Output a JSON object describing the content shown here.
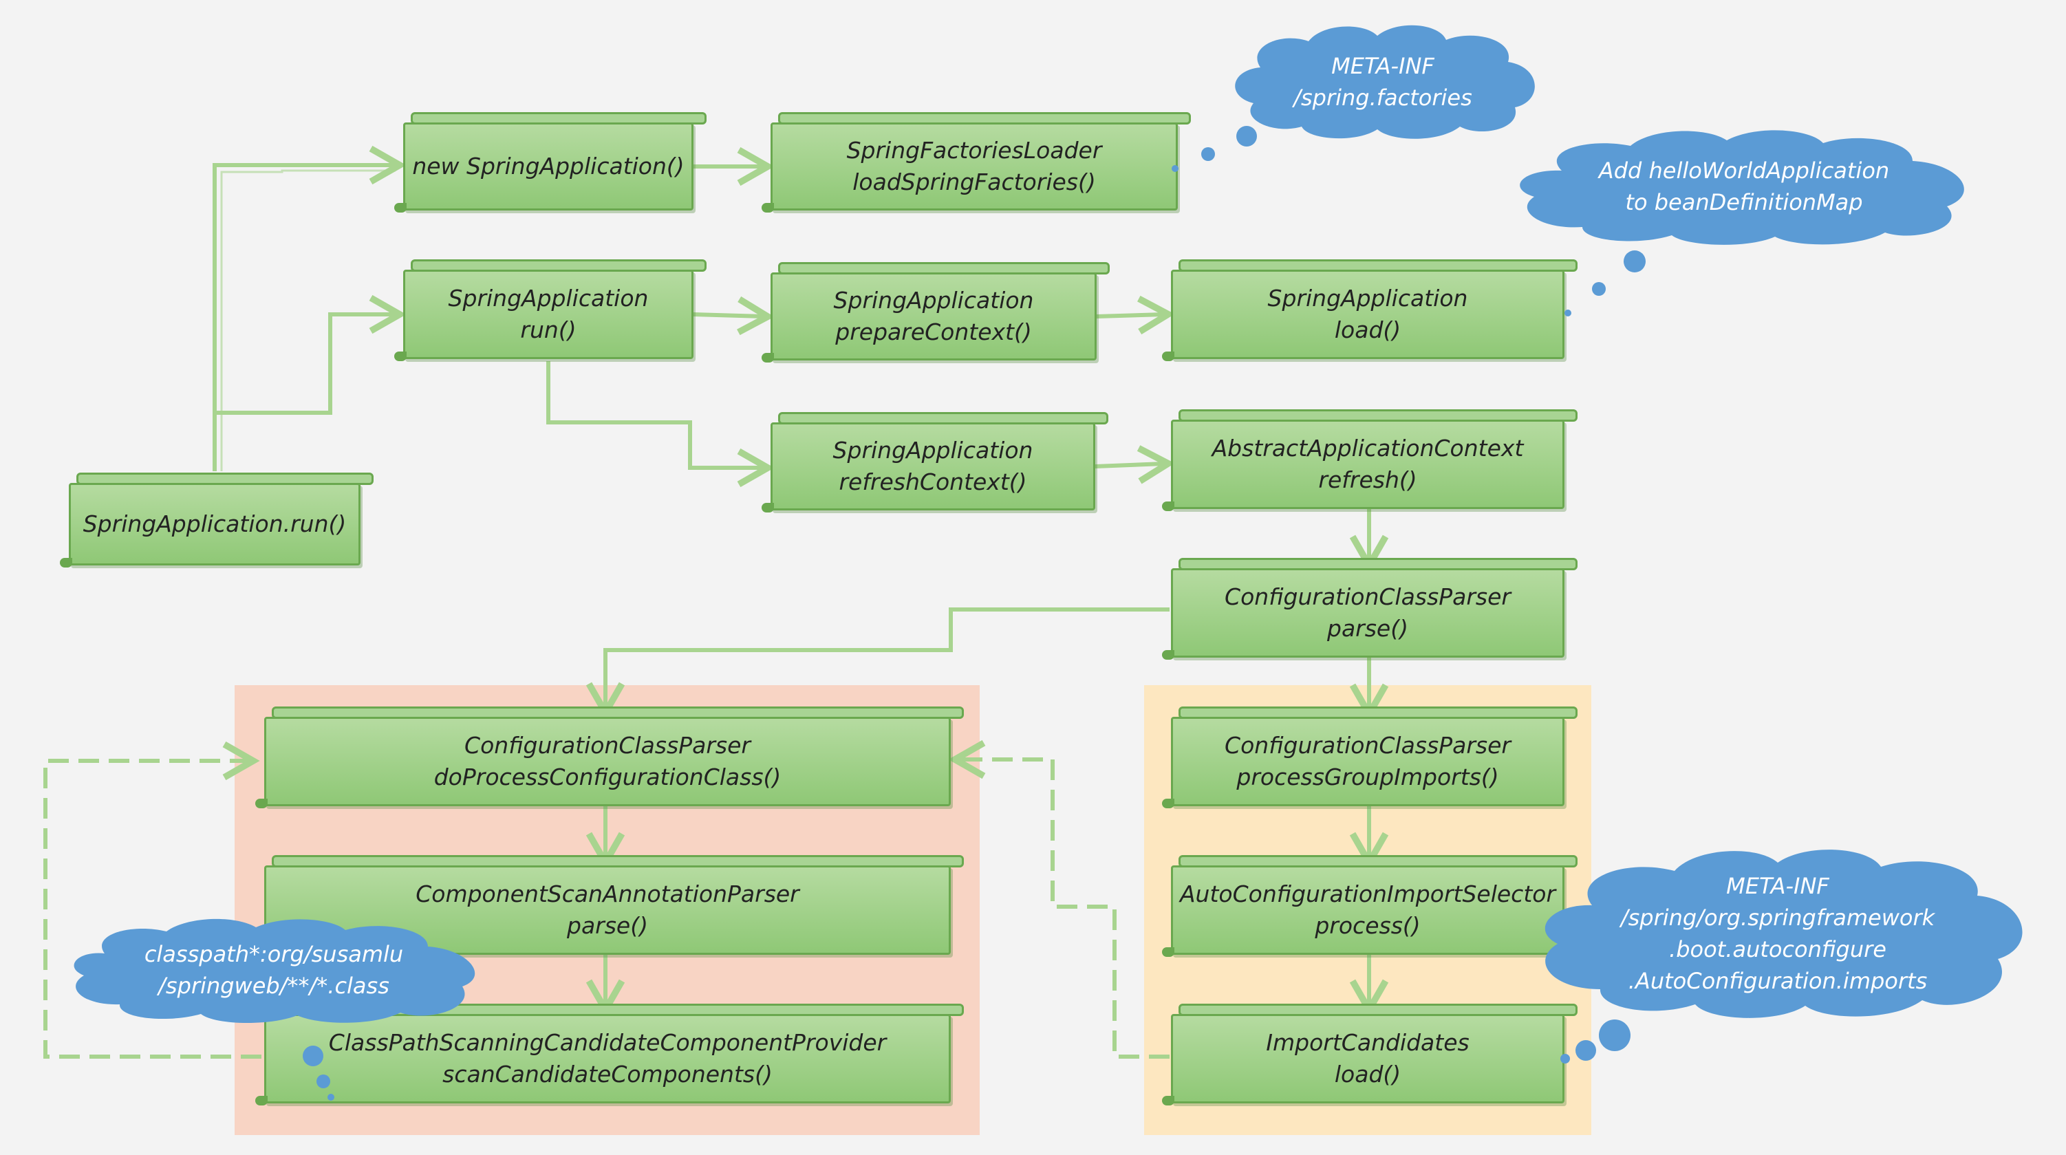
{
  "colors": {
    "box_fill_top": "#b5dba0",
    "box_fill_bottom": "#8fc876",
    "box_border": "#6aa84f",
    "arrow": "#a8d48f",
    "cloud": "#5b9bd5",
    "group_red": "#f8d4c4",
    "group_yellow": "#fde7c0",
    "background": "#f3f3f3"
  },
  "nodes": {
    "spring_run": {
      "line1": "SpringApplication.run()",
      "line2": ""
    },
    "new_app": {
      "line1": "new SpringApplication()",
      "line2": ""
    },
    "factories_loader": {
      "line1": "SpringFactoriesLoader",
      "line2": "loadSpringFactories()"
    },
    "app_run": {
      "line1": "SpringApplication",
      "line2": "run()"
    },
    "prepare_context": {
      "line1": "SpringApplication",
      "line2": "prepareContext()"
    },
    "app_load": {
      "line1": "SpringApplication",
      "line2": "load()"
    },
    "refresh_context": {
      "line1": "SpringApplication",
      "line2": "refreshContext()"
    },
    "abstract_refresh": {
      "line1": "AbstractApplicationContext",
      "line2": "refresh()"
    },
    "config_parse": {
      "line1": "ConfigurationClassParser",
      "line2": "parse()"
    },
    "do_process": {
      "line1": "ConfigurationClassParser",
      "line2": "doProcessConfigurationClass()"
    },
    "component_scan": {
      "line1": "ComponentScanAnnotationParser",
      "line2": "parse()"
    },
    "classpath_scan": {
      "line1": "ClassPathScanningCandidateComponentProvider",
      "line2": "scanCandidateComponents()"
    },
    "process_imports": {
      "line1": "ConfigurationClassParser",
      "line2": "processGroupImports()"
    },
    "auto_selector": {
      "line1": "AutoConfigurationImportSelector",
      "line2": "process()"
    },
    "import_candidates": {
      "line1": "ImportCandidates",
      "line2": "load()"
    }
  },
  "clouds": {
    "spring_factories": {
      "lines": [
        "META-INF",
        "/spring.factories"
      ]
    },
    "bean_definition": {
      "lines": [
        "Add helloWorldApplication",
        "to beanDefinitionMap"
      ]
    },
    "classpath": {
      "lines": [
        "classpath*:org/susamlu",
        "/springweb/**/*.class"
      ]
    },
    "auto_imports": {
      "lines": [
        "META-INF",
        "/spring/org.springframework",
        ".boot.autoconfigure",
        ".AutoConfiguration.imports"
      ]
    }
  },
  "edges": [
    {
      "from": "spring_run",
      "to": "new_app",
      "style": "solid"
    },
    {
      "from": "spring_run",
      "to": "app_run",
      "style": "solid"
    },
    {
      "from": "new_app",
      "to": "factories_loader",
      "style": "solid"
    },
    {
      "from": "app_run",
      "to": "prepare_context",
      "style": "solid"
    },
    {
      "from": "prepare_context",
      "to": "app_load",
      "style": "solid"
    },
    {
      "from": "app_run",
      "to": "refresh_context",
      "style": "solid"
    },
    {
      "from": "refresh_context",
      "to": "abstract_refresh",
      "style": "solid"
    },
    {
      "from": "abstract_refresh",
      "to": "config_parse",
      "style": "solid"
    },
    {
      "from": "config_parse",
      "to": "do_process",
      "style": "solid"
    },
    {
      "from": "config_parse",
      "to": "process_imports",
      "style": "solid"
    },
    {
      "from": "do_process",
      "to": "component_scan",
      "style": "solid"
    },
    {
      "from": "component_scan",
      "to": "classpath_scan",
      "style": "solid"
    },
    {
      "from": "process_imports",
      "to": "auto_selector",
      "style": "solid"
    },
    {
      "from": "auto_selector",
      "to": "import_candidates",
      "style": "solid"
    },
    {
      "from": "classpath_scan",
      "to": "do_process",
      "style": "dashed"
    },
    {
      "from": "import_candidates",
      "to": "do_process",
      "style": "dashed"
    }
  ]
}
